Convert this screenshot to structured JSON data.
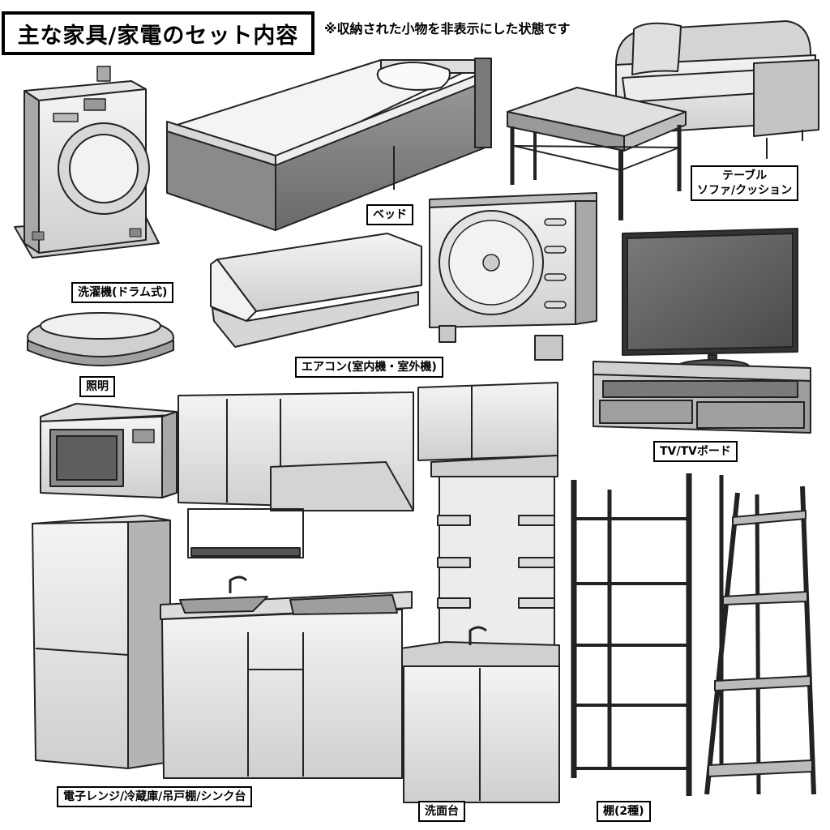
{
  "title": "主な家具/家電のセット内容",
  "note": "※収納された小物を非表示にした状態です",
  "labels": {
    "washer": "洗濯機(ドラム式)",
    "bed": "ベッド",
    "table_sofa_line1": "テーブル",
    "table_sofa_line2": "ソファ/クッション",
    "light": "照明",
    "aircon": "エアコン(室内機・室外機)",
    "tv": "TV/TVボード",
    "kitchen": "電子レンジ/冷蔵庫/吊戸棚/シンク台",
    "washbasin": "洗面台",
    "shelf": "棚(2種)"
  },
  "colors": {
    "line": "#222222",
    "light_fill": "#e6e6e6",
    "mid_fill": "#bdbdbd",
    "dark_fill": "#6e6e6e",
    "tv_screen": "#555555"
  }
}
